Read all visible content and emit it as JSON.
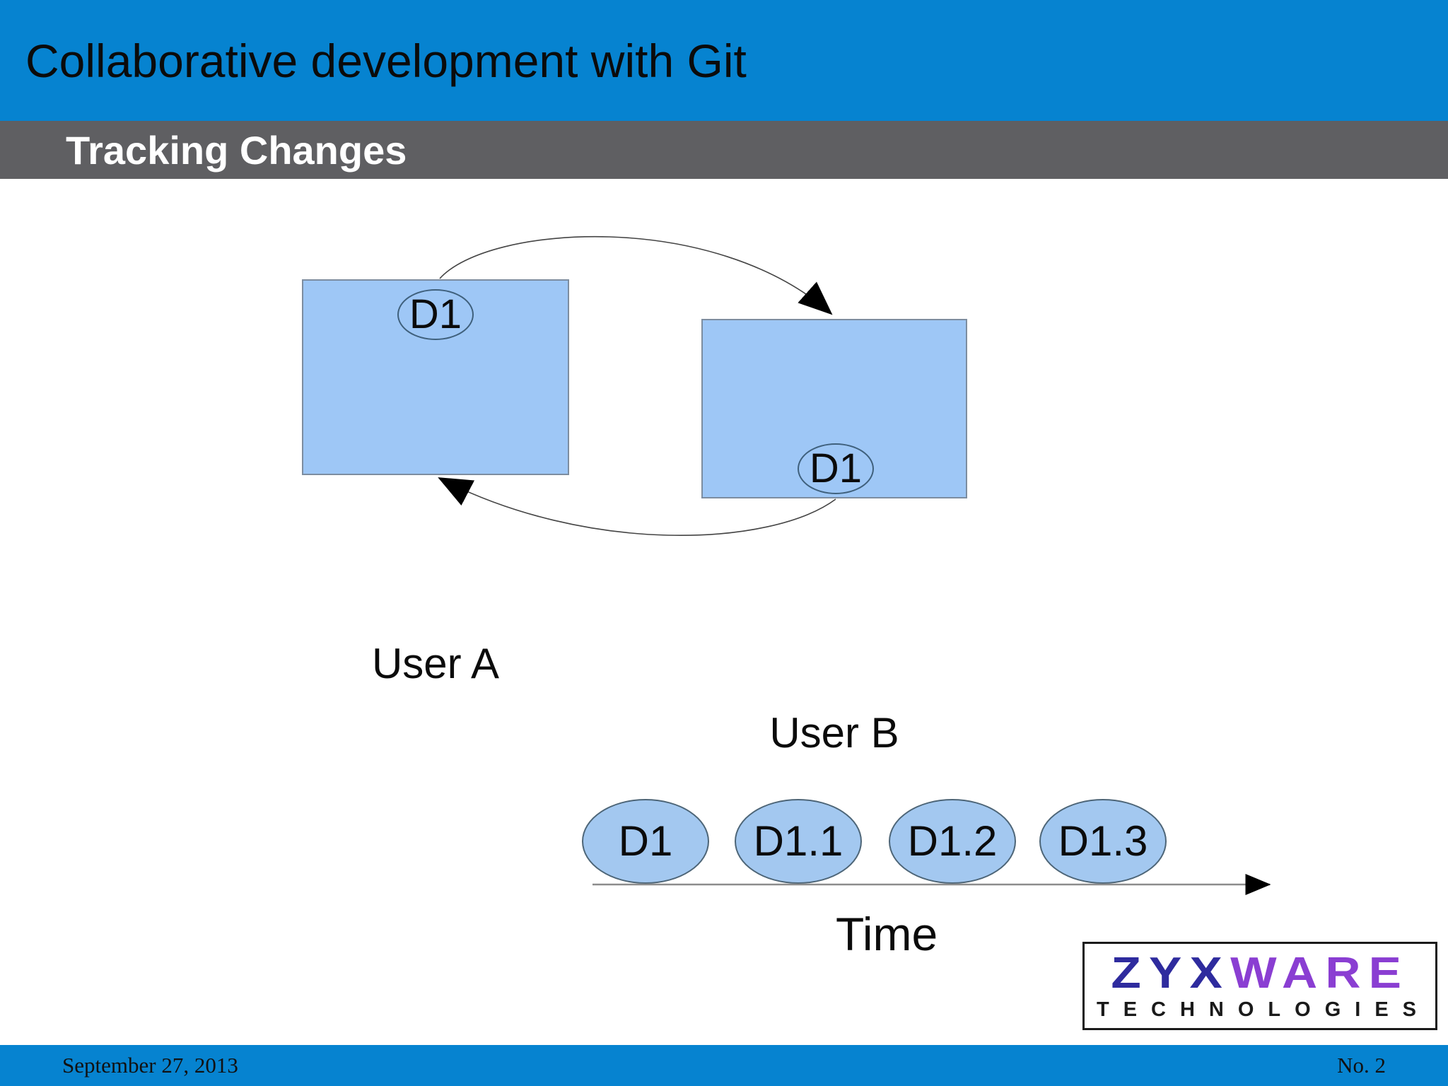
{
  "slide": {
    "title": "Collaborative development with Git",
    "subtitle": "Tracking Changes"
  },
  "diagram": {
    "user_a": {
      "label": "User A",
      "doc": "D1"
    },
    "user_b": {
      "label": "User B",
      "doc": "D1"
    }
  },
  "timeline": {
    "items": [
      {
        "label": "D1"
      },
      {
        "label": "D1.1"
      },
      {
        "label": "D1.2"
      },
      {
        "label": "D1.3"
      }
    ],
    "axis_label": "Time"
  },
  "logo": {
    "name_part1": "ZYX",
    "name_part2": "WARE",
    "tagline": "TECHNOLOGIES"
  },
  "footer": {
    "date": "September 27, 2013",
    "page": "No. 2"
  },
  "colors": {
    "header_blue": "#0683d0",
    "subtitle_gray": "#5f5f62",
    "box_fill": "#9ec7f6",
    "timeline_ellipse_fill": "#a3c8f0",
    "logo_indigo": "#2e2b9e",
    "logo_purple": "#8a3ed2"
  }
}
